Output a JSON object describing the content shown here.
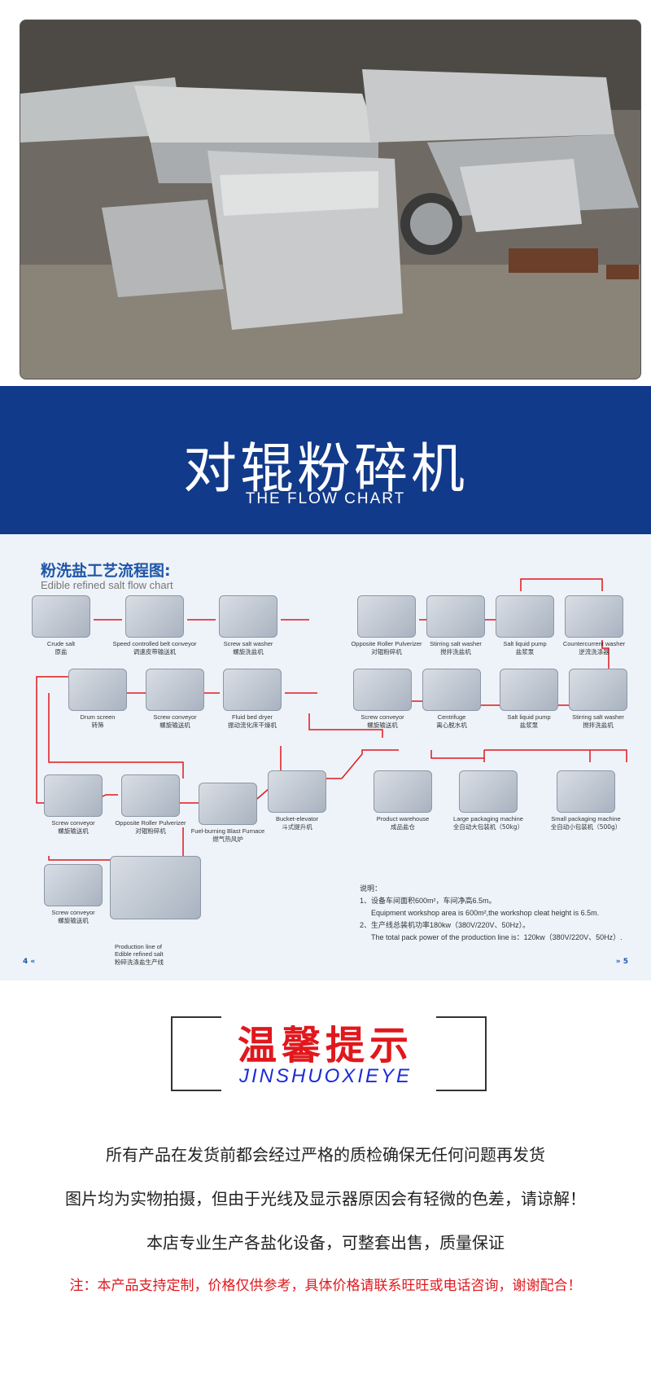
{
  "banner": {
    "title": "对辊粉碎机",
    "subtitle": "THE FLOW CHART"
  },
  "flowchart": {
    "title": "粉洗盐工艺流程图:",
    "subtitle": "Edible refined salt flow chart",
    "nodes": [
      {
        "en": "Crude salt",
        "cn": "原盐"
      },
      {
        "en": "Speed controlled belt conveyor",
        "cn": "调速皮带输送机"
      },
      {
        "en": "Screw salt washer",
        "cn": "螺旋洗盐机"
      },
      {
        "en": "Opposite Roller Pulverizer",
        "cn": "对辊粉碎机"
      },
      {
        "en": "Stirring salt washer",
        "cn": "搅拌洗盐机"
      },
      {
        "en": "Salt liquid pump",
        "cn": "盐浆泵"
      },
      {
        "en": "Countercurrent washer",
        "cn": "逆流洗涤器"
      },
      {
        "en": "Drum screen",
        "cn": "转筛"
      },
      {
        "en": "Screw conveyor",
        "cn": "螺旋输送机"
      },
      {
        "en": "Fluid bed dryer",
        "cn": "振动流化床干燥机"
      },
      {
        "en": "Screw conveyor",
        "cn": "螺旋输送机"
      },
      {
        "en": "Centrifuge",
        "cn": "离心脱水机"
      },
      {
        "en": "Salt liquid pump",
        "cn": "盐浆泵"
      },
      {
        "en": "Stirring salt washer",
        "cn": "搅拌洗盐机"
      },
      {
        "en": "Screw conveyor",
        "cn": "螺旋输送机"
      },
      {
        "en": "Opposite Roller Pulverizer",
        "cn": "对辊粉碎机"
      },
      {
        "en": "Fuel-burning Blast Furnace",
        "cn": "燃气热风炉"
      },
      {
        "en": "Bucket-elevator",
        "cn": "斗式提升机"
      },
      {
        "en": "Product warehouse",
        "cn": "成品盐仓"
      },
      {
        "en": "Large packaging machine",
        "cn": "全自动大包装机（50kg）"
      },
      {
        "en": "Small packaging machine",
        "cn": "全自动小包装机（500g）"
      },
      {
        "en": "Screw conveyor",
        "cn": "螺旋输送机"
      },
      {
        "en": "Production line of Edible refined salt",
        "cn": "粉碎洗涤盐生产线"
      }
    ],
    "notes": {
      "heading": "说明：",
      "line1": "1、设备车间面积600m²，车间净高6.5m。",
      "line2": "Equipment workshop area is 600m²,the workshop cleat height is 6.5m.",
      "line3": "2、生产线总装机功率180kw（380V/220V、50Hz）。",
      "line4": "The total pack power of the production line is：120kw（380V/220V、50Hz）."
    },
    "page_left": "4 «",
    "page_right": "» 5"
  },
  "tip": {
    "title": "温馨提示",
    "subtitle": "JINSHUOXIEYE",
    "line1": "所有产品在发货前都会经过严格的质检确保无任何问题再发货",
    "line2": "图片均为实物拍摄，但由于光线及显示器原因会有轻微的色差，请谅解！",
    "line3": "本店专业生产各盐化设备，可整套出售，质量保证",
    "line4": "注：本产品支持定制，价格仅供参考，具体价格请联系旺旺或电话咨询，谢谢配合！"
  },
  "colors": {
    "banner_bg": "#123a8a",
    "accent_red": "#e0181d",
    "accent_blue": "#1b2bd6",
    "flow_title": "#1f56a6"
  }
}
